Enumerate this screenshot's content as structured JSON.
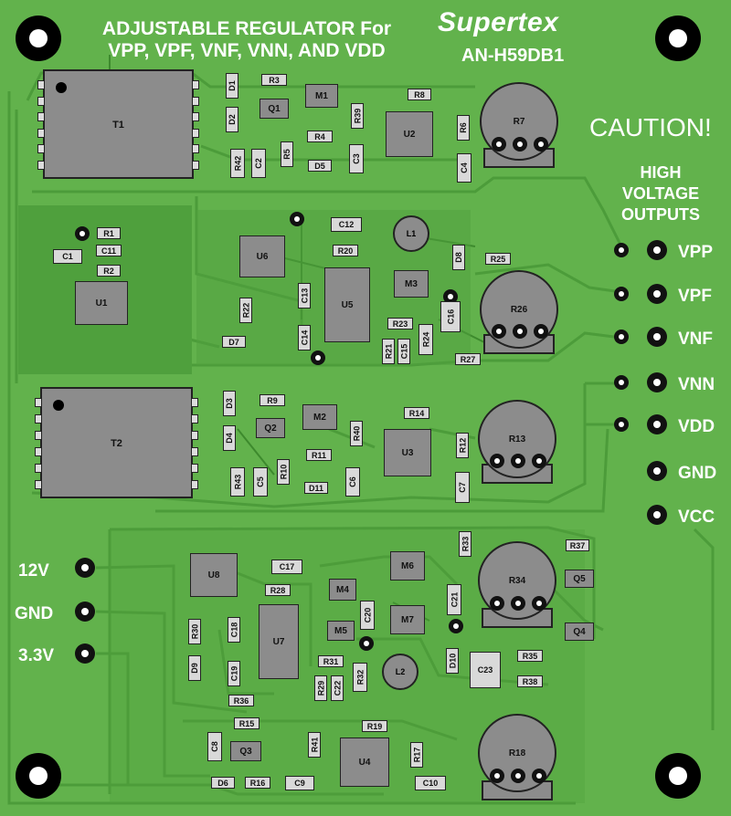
{
  "title_lines": [
    "ADJUSTABLE REGULATOR For",
    "VPP, VPF, VNF, VNN, AND VDD"
  ],
  "brand": "Supertex",
  "model": "AN-H59DB1",
  "caution": "CAUTION!",
  "hv_lines": [
    "HIGH",
    "VOLTAGE",
    "OUTPUTS"
  ],
  "outputs": [
    "VPP",
    "VPF",
    "VNF",
    "VNN",
    "VDD",
    "GND",
    "VCC"
  ],
  "inputs": [
    "12V",
    "GND",
    "3.3V"
  ],
  "transformers": [
    "T1",
    "T2"
  ],
  "ics": [
    "U1",
    "U2",
    "U3",
    "U4",
    "U5",
    "U6",
    "U7",
    "U8"
  ],
  "mosfets": [
    "M1",
    "M2",
    "M3",
    "M4",
    "M5",
    "M6",
    "M7"
  ],
  "transistors": [
    "Q1",
    "Q2",
    "Q3",
    "Q4",
    "Q5"
  ],
  "pots": [
    "R7",
    "R26",
    "R13",
    "R34",
    "R18"
  ],
  "inductors": [
    "L1",
    "L2"
  ],
  "resistors": [
    "R1",
    "R2",
    "R3",
    "R4",
    "R5",
    "R6",
    "R8",
    "R9",
    "R10",
    "R11",
    "R12",
    "R14",
    "R15",
    "R16",
    "R17",
    "R19",
    "R20",
    "R21",
    "R22",
    "R23",
    "R24",
    "R25",
    "R27",
    "R28",
    "R29",
    "R30",
    "R31",
    "R32",
    "R33",
    "R35",
    "R36",
    "R37",
    "R38",
    "R39",
    "R40",
    "R41",
    "R42",
    "R43"
  ],
  "capacitors": [
    "C1",
    "C2",
    "C3",
    "C4",
    "C5",
    "C6",
    "C7",
    "C8",
    "C9",
    "C10",
    "C11",
    "C12",
    "C13",
    "C14",
    "C15",
    "C16",
    "C17",
    "C18",
    "C19",
    "C20",
    "C21",
    "C22",
    "C23"
  ],
  "diodes": [
    "D1",
    "D2",
    "D3",
    "D4",
    "D5",
    "D6",
    "D7",
    "D8",
    "D9",
    "D10",
    "D11"
  ]
}
